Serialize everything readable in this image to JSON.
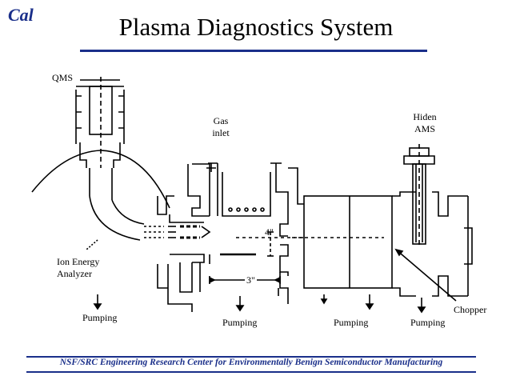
{
  "logo": "Cal",
  "title": "Plasma Diagnostics System",
  "labels": {
    "qms": "QMS",
    "gas_inlet_1": "Gas",
    "gas_inlet_2": "inlet",
    "hiden_1": "Hiden",
    "hiden_2": "AMS",
    "ion_1": "Ion Energy",
    "ion_2": "Analyzer",
    "chopper": "Chopper",
    "dim_4": "4\"",
    "dim_3": "3\""
  },
  "pumping": [
    "Pumping",
    "Pumping",
    "Pumping",
    "Pumping"
  ],
  "footer": "NSF/SRC Engineering Research Center for Environmentally Benign Semiconductor Manufacturing",
  "colors": {
    "accent": "#1a2f8a",
    "line": "#000000"
  }
}
